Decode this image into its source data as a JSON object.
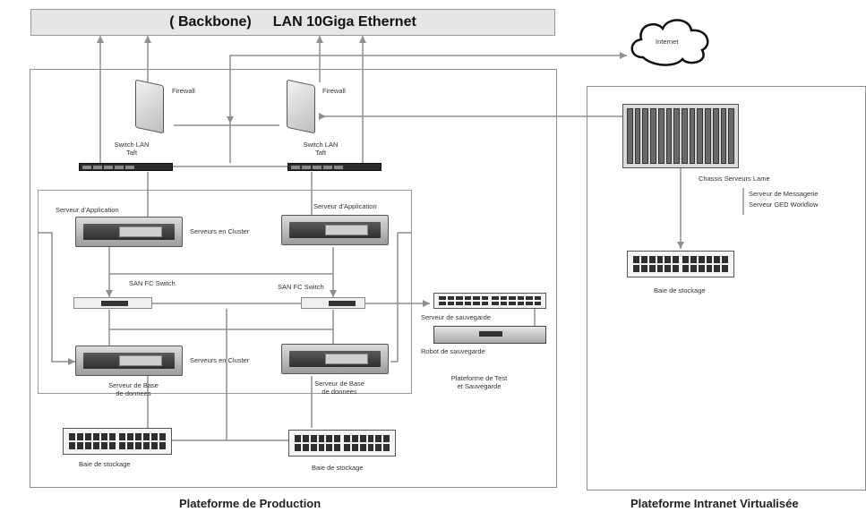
{
  "backbone": {
    "left": "( Backbone)",
    "right": "LAN 10Giga Ethernet"
  },
  "internet": "Internet",
  "production": {
    "caption": "Plateforme de Production",
    "firewall_left": "Firewall",
    "firewall_right": "Firewall",
    "switch_left": [
      "Switch LAN",
      "Taft"
    ],
    "switch_right": [
      "Switch LAN",
      "Taft"
    ],
    "app_server_left": "Serveur d'Application",
    "app_server_right": "Serveur d'Application",
    "cluster_top": "Serveurs en Cluster",
    "san_left": "SAN FC Switch",
    "san_right": "SAN FC Switch",
    "cluster_bottom": "Serveurs en Cluster",
    "db_left": [
      "Serveur de Base",
      "de donnees"
    ],
    "db_right": [
      "Serveur de Base",
      "de donnees"
    ],
    "storage_left": "Baie de stockage",
    "storage_right": "Baie de stockage",
    "backup_server": "Serveur de sauvegarde",
    "backup_robot": "Robot de sauvegarde",
    "test_platform": [
      "Plateforme de Test",
      "et Sauvegarde"
    ]
  },
  "intranet": {
    "caption": "Plateforme Intranet Virtualisée",
    "chassis": "Chassis Serveurs Lame",
    "mail_server": "Serveur de Messagerie",
    "ged_server": "Serveur GED Workflow",
    "storage": "Baie de stockage"
  }
}
